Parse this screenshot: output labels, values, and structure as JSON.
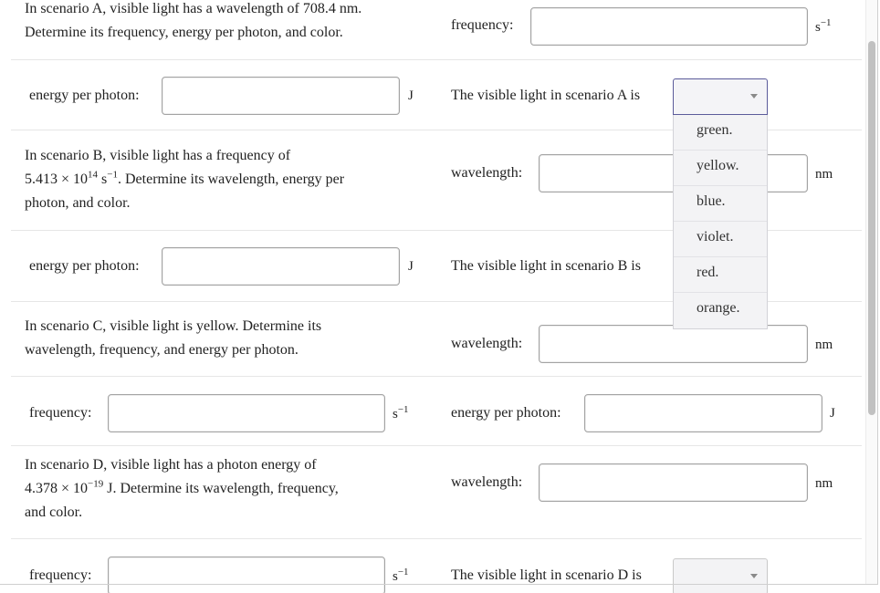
{
  "scenarioA": {
    "text_line1": "In scenario A, visible light has a wavelength of 708.4 nm.",
    "text_line2": "Determine its frequency, energy per photon, and color.",
    "frequency_label": "frequency:",
    "frequency_unit_base": "s",
    "frequency_unit_exp": "−1",
    "energy_label": "energy per photon:",
    "energy_unit": "J",
    "color_prompt": "The visible light in scenario A is"
  },
  "dropdown": {
    "options": [
      "green.",
      "yellow.",
      "blue.",
      "violet.",
      "red.",
      "orange."
    ]
  },
  "scenarioB": {
    "text_line1": "In scenario B, visible light has a frequency of",
    "text_line2_pre": "5.413 × 10",
    "text_line2_exp1": "14",
    "text_line2_mid": " s",
    "text_line2_exp2": "−1",
    "text_line2_post": ". Determine its wavelength, energy per",
    "text_line3": "photon, and color.",
    "wavelength_label": "wavelength:",
    "wavelength_unit": "nm",
    "energy_label": "energy per photon:",
    "energy_unit": "J",
    "color_prompt": "The visible light in scenario B is"
  },
  "scenarioC": {
    "text_line1": "In scenario C, visible light is yellow. Determine its",
    "text_line2": "wavelength, frequency, and energy per photon.",
    "wavelength_label": "wavelength:",
    "wavelength_unit": "nm",
    "frequency_label": "frequency:",
    "frequency_unit_base": "s",
    "frequency_unit_exp": "−1",
    "energy_label": "energy per photon:",
    "energy_unit": "J"
  },
  "scenarioD": {
    "text_line1": "In scenario D, visible light has a photon energy of",
    "text_line2_pre": "4.378 × 10",
    "text_line2_exp": "−19",
    "text_line2_post": " J. Determine its wavelength, frequency,",
    "text_line3": "and color.",
    "wavelength_label": "wavelength:",
    "wavelength_unit": "nm",
    "frequency_label": "frequency:",
    "frequency_unit_base": "s",
    "frequency_unit_exp": "−1",
    "color_prompt": "The visible light in scenario D is"
  }
}
